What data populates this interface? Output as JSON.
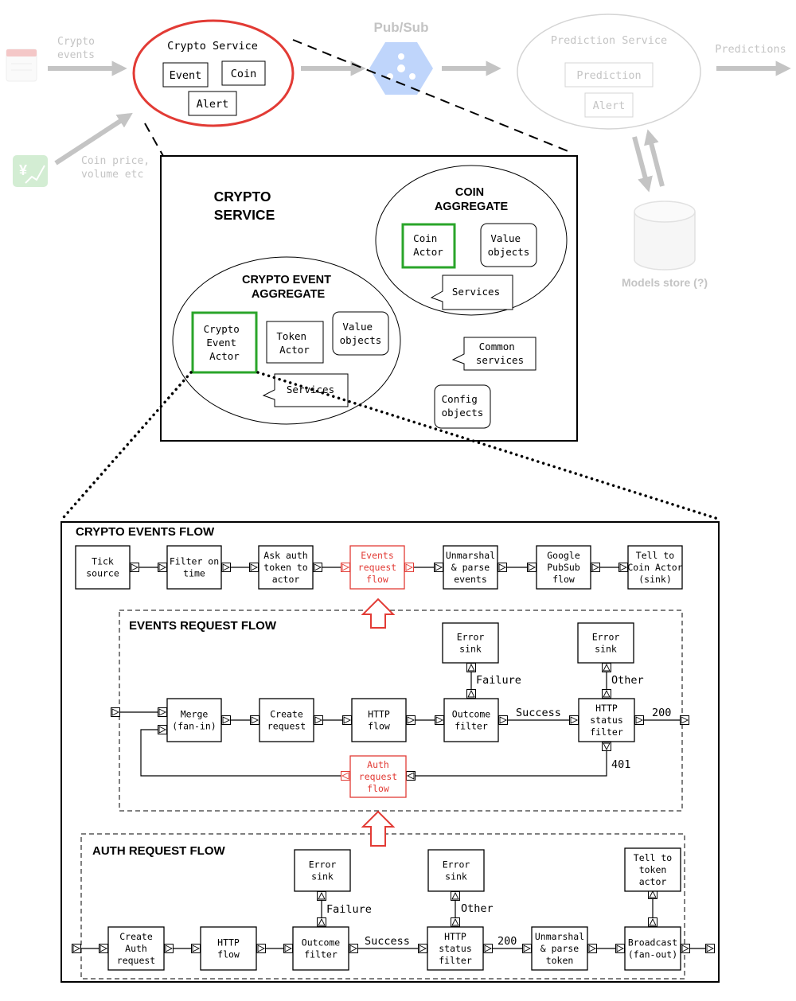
{
  "colors": {
    "faded": "#bdbdbd",
    "red": "#e23b35",
    "green": "#2aa52a",
    "black": "#000000"
  },
  "top": {
    "crypto_events_label": [
      "Crypto",
      "events"
    ],
    "coin_price_label": [
      "Coin price,",
      "volume etc"
    ],
    "crypto_service": {
      "title": "Crypto Service",
      "event": "Event",
      "coin": "Coin",
      "alert": "Alert"
    },
    "pubsub": "Pub/Sub",
    "prediction_service": {
      "title": "Prediction Service",
      "prediction": "Prediction",
      "alert": "Alert"
    },
    "predictions_label": "Predictions",
    "models_store": "Models store (?)"
  },
  "crypto_service_box": {
    "title": [
      "CRYPTO",
      "SERVICE"
    ],
    "coin_aggregate": {
      "title": [
        "COIN",
        "AGGREGATE"
      ],
      "coin_actor": [
        "Coin",
        "Actor"
      ],
      "value_objects": [
        "Value",
        "objects"
      ],
      "services": "Services"
    },
    "event_aggregate": {
      "title": [
        "CRYPTO EVENT",
        "AGGREGATE"
      ],
      "event_actor": [
        "Crypto",
        "Event",
        "Actor"
      ],
      "token_actor": [
        "Token",
        "Actor"
      ],
      "value_objects": [
        "Value",
        "objects"
      ],
      "services": "Services"
    },
    "common_services": [
      "Common",
      "services"
    ],
    "config_objects": [
      "Config",
      "objects"
    ]
  },
  "crypto_events_flow": {
    "title": "CRYPTO EVENTS FLOW",
    "stages": [
      [
        "Tick",
        "source"
      ],
      [
        "Filter on",
        "time"
      ],
      [
        "Ask auth",
        "token to",
        "actor"
      ],
      [
        "Events",
        "request",
        "flow"
      ],
      [
        "Unmarshal",
        "& parse",
        "events"
      ],
      [
        "Google",
        "PubSub",
        "flow"
      ],
      [
        "Tell to",
        "Coin Actor",
        "(sink)"
      ]
    ]
  },
  "events_request_flow": {
    "title": "EVENTS REQUEST FLOW",
    "merge": [
      "Merge",
      "(fan-in)"
    ],
    "create_request": [
      "Create",
      "request"
    ],
    "http_flow": [
      "HTTP",
      "flow"
    ],
    "outcome_filter": [
      "Outcome",
      "filter"
    ],
    "status_filter": [
      "HTTP",
      "status",
      "filter"
    ],
    "error_sink_1": [
      "Error",
      "sink"
    ],
    "error_sink_2": [
      "Error",
      "sink"
    ],
    "auth_request_flow": [
      "Auth",
      "request",
      "flow"
    ],
    "labels": {
      "failure": "Failure",
      "success": "Success",
      "other": "Other",
      "ok": "200",
      "unauthorized": "401"
    }
  },
  "auth_request_flow": {
    "title": "AUTH REQUEST FLOW",
    "create_auth_request": [
      "Create",
      "Auth",
      "request"
    ],
    "http_flow": [
      "HTTP",
      "flow"
    ],
    "outcome_filter": [
      "Outcome",
      "filter"
    ],
    "status_filter": [
      "HTTP",
      "status",
      "filter"
    ],
    "unmarshal": [
      "Unmarshal",
      "& parse",
      "token"
    ],
    "broadcast": [
      "Broadcast",
      "(fan-out)"
    ],
    "error_sink_1": [
      "Error",
      "sink"
    ],
    "error_sink_2": [
      "Error",
      "sink"
    ],
    "tell_to_token": [
      "Tell to",
      "token",
      "actor"
    ],
    "labels": {
      "failure": "Failure",
      "success": "Success",
      "other": "Other",
      "ok": "200"
    }
  }
}
